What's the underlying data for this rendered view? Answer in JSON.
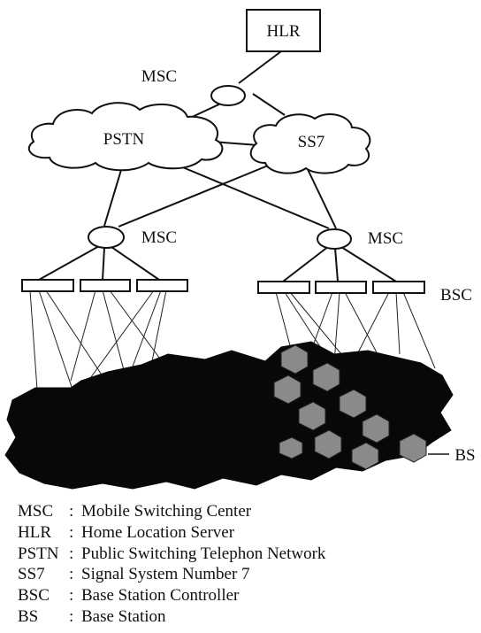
{
  "diagram": {
    "hlr_label": "HLR",
    "msc_top_label": "MSC",
    "pstn_label": "PSTN",
    "ss7_label": "SS7",
    "msc_left_label": "MSC",
    "msc_right_label": "MSC",
    "bsc_label": "BSC",
    "bs_label": "BS"
  },
  "legend": [
    {
      "abbr": "MSC",
      "sep": ":",
      "desc": "Mobile Switching Center"
    },
    {
      "abbr": "HLR",
      "sep": ":",
      "desc": "Home Location Server"
    },
    {
      "abbr": "PSTN",
      "sep": ":",
      "desc": "Public Switching Telephon Network"
    },
    {
      "abbr": "SS7",
      "sep": ":",
      "desc": "Signal System Number 7"
    },
    {
      "abbr": "BSC",
      "sep": ":",
      "desc": "Base Station Controller"
    },
    {
      "abbr": "BS",
      "sep": ":",
      "desc": "Base Station"
    }
  ]
}
